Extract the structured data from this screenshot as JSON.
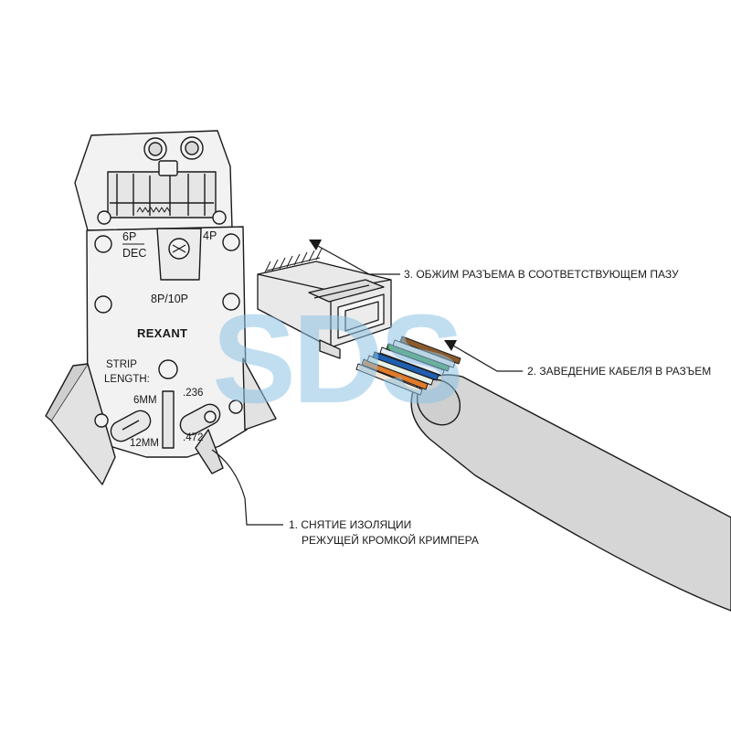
{
  "tool": {
    "brand": "REXANT",
    "label_6p": "6P",
    "label_dec": "DEC",
    "label_4p": "4P",
    "label_8p10p": "8P/10P",
    "strip_line1": "STRIP",
    "strip_line2": "LENGTH:",
    "label_6mm": "6MM",
    "label_12mm": "12MM",
    "label_236": ".236",
    "label_472": ".472"
  },
  "callouts": {
    "step1_line1": "1. СНЯТИЕ ИЗОЛЯЦИИ",
    "step1_line2": "РЕЖУЩЕЙ КРОМКОЙ КРИМПЕРА",
    "step2": "2. ЗАВЕДЕНИЕ КАБЕЛЯ В РАЗЪЕМ",
    "step3": "3. ОБЖИМ РАЗЪЕМА В СООТВЕТСТВУЮЩЕМ ПАЗУ"
  },
  "watermark": {
    "text": "SDS",
    "color": "#8ec3e6"
  },
  "colors": {
    "line": "#1a1a1a",
    "tool_fill": "#f2f2f2",
    "tool_shade": "#d9d9d9",
    "cable_fill": "#d6d6d6",
    "connector_fill": "#e9e9e9",
    "wire_orange": "#e07b2a",
    "wire_green": "#3f9a48",
    "wire_blue": "#1f5fb0",
    "wire_brown": "#8a5a2b"
  }
}
